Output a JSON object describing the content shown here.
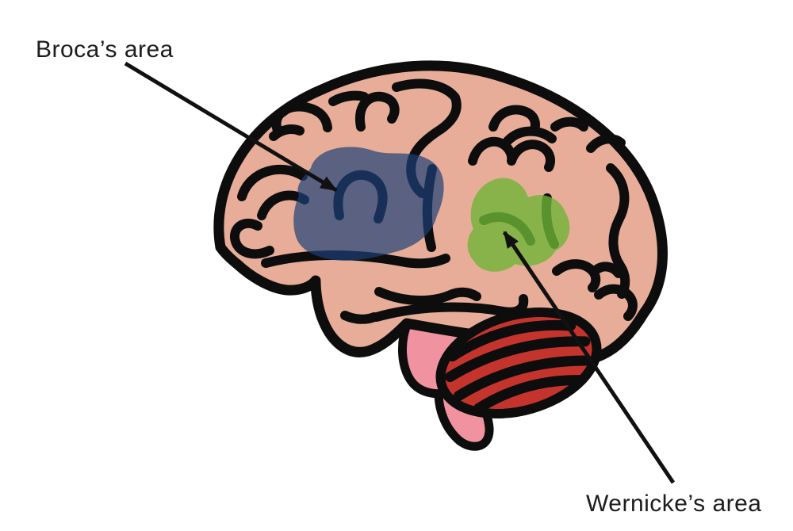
{
  "diagram": {
    "type": "brain-language-areas",
    "labels": {
      "broca": "Broca’s area",
      "wernicke": "Wernicke’s area"
    },
    "colors": {
      "brain": "#e8ad98",
      "outline": "#0d0d0d",
      "brainstem": "#f192a0",
      "cerebellum": "#c5342c",
      "broca_highlight": "rgba(30,64,120,0.7)",
      "wernicke_highlight": "rgba(110,180,55,0.8)",
      "arrow": "#111111",
      "label_text": "#1c1c1c",
      "background": "#ffffff"
    }
  }
}
